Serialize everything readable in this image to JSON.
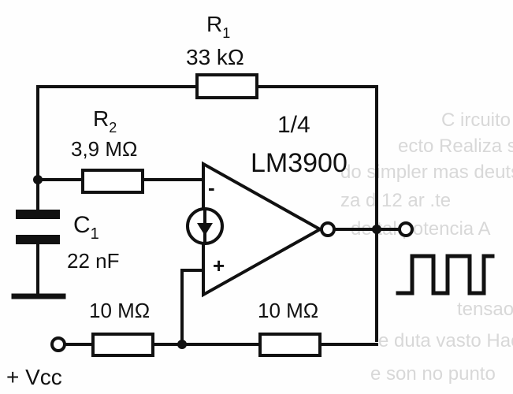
{
  "labels": {
    "r1_name": "R",
    "r1_sub": "1",
    "r1_value": "33 kΩ",
    "r2_name": "R",
    "r2_sub": "2",
    "r2_value": "3,9 MΩ",
    "c1_name": "C",
    "c1_sub": "1",
    "c1_value": "22 nF",
    "ic_fraction": "1/4",
    "ic_name": "LM3900",
    "inv_input": "-",
    "noninv_input": "+",
    "r_left_value": "10 MΩ",
    "r_right_value": "10 MΩ",
    "supply": "+ Vcc"
  },
  "bleed_through_text": [
    "C  ircuito    exponi-",
    "ecto Realiza su  ser-",
    "do  simpler  mas  deutsa-",
    "za     d   12    ar  .te",
    "de    tal    potencia   A",
    "tensao    nunca    Tamitada",
    "e   duta    vasto  Hacer",
    "e   son   no   punto"
  ],
  "colors": {
    "ink": "#111111",
    "bleed": "#d8d8d8",
    "paper": "#fefefe"
  }
}
